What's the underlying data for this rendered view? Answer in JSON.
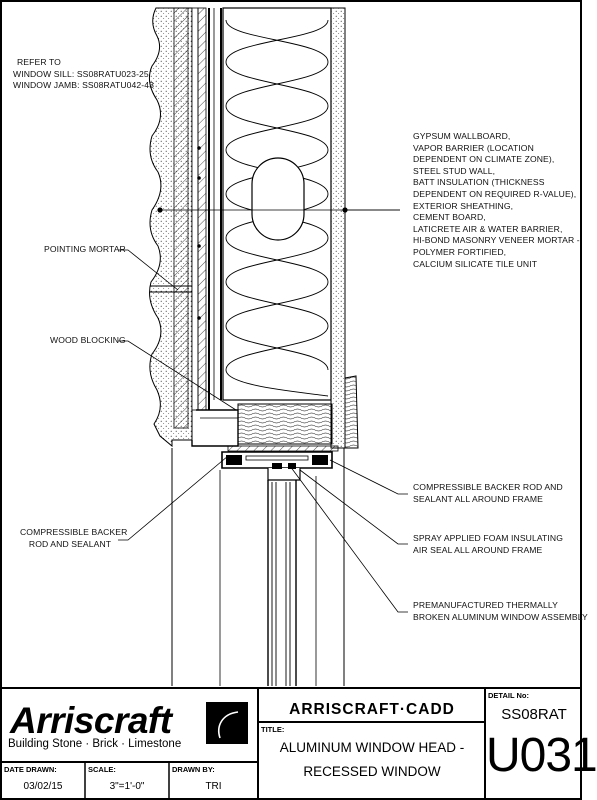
{
  "notes": {
    "refer": [
      "REFER TO",
      "WINDOW SILL: SS08RATU023-25",
      "WINDOW JAMB: SS08RATU042-43"
    ],
    "wall_assembly": [
      "GYPSUM WALLBOARD,",
      "VAPOR BARRIER (LOCATION",
      "DEPENDENT ON CLIMATE ZONE),",
      "STEEL STUD WALL,",
      "BATT INSULATION (THICKNESS",
      "DEPENDENT ON REQUIRED R-VALUE),",
      "EXTERIOR SHEATHING,",
      "CEMENT BOARD,",
      "LATICRETE AIR & WATER BARRIER,",
      "HI-BOND MASONRY VENEER MORTAR -",
      "POLYMER FORTIFIED,",
      "CALCIUM SILICATE TILE UNIT"
    ],
    "pointing_mortar": "POINTING MORTAR",
    "wood_blocking": "WOOD BLOCKING",
    "backer_rod_right": [
      "COMPRESSIBLE BACKER ROD AND",
      "SEALANT ALL AROUND FRAME"
    ],
    "spray_foam": [
      "SPRAY APPLIED FOAM INSULATING",
      "AIR SEAL ALL AROUND FRAME"
    ],
    "window_assembly": [
      "PREMANUFACTURED THERMALLY",
      "BROKEN ALUMINUM WINDOW ASSEMBLY"
    ],
    "backer_rod_left": [
      "COMPRESSIBLE BACKER",
      "ROD AND SEALANT"
    ]
  },
  "title_block": {
    "logo_name": "Arriscraft",
    "logo_tagline": "Building Stone · Brick · Limestone",
    "company_cadd": "ARRISCRAFT·CADD",
    "title_label": "TITLE:",
    "title_lines": [
      "ALUMINUM WINDOW HEAD -",
      "RECESSED WINDOW"
    ],
    "detail_label": "DETAIL No:",
    "detail_prefix": "SS08RAT",
    "detail_number": "U031",
    "date_label": "DATE DRAWN:",
    "date_value": "03/02/15",
    "scale_label": "SCALE:",
    "scale_value": "3\"=1'-0\"",
    "drawn_label": "DRAWN BY:",
    "drawn_value": "TRI"
  }
}
